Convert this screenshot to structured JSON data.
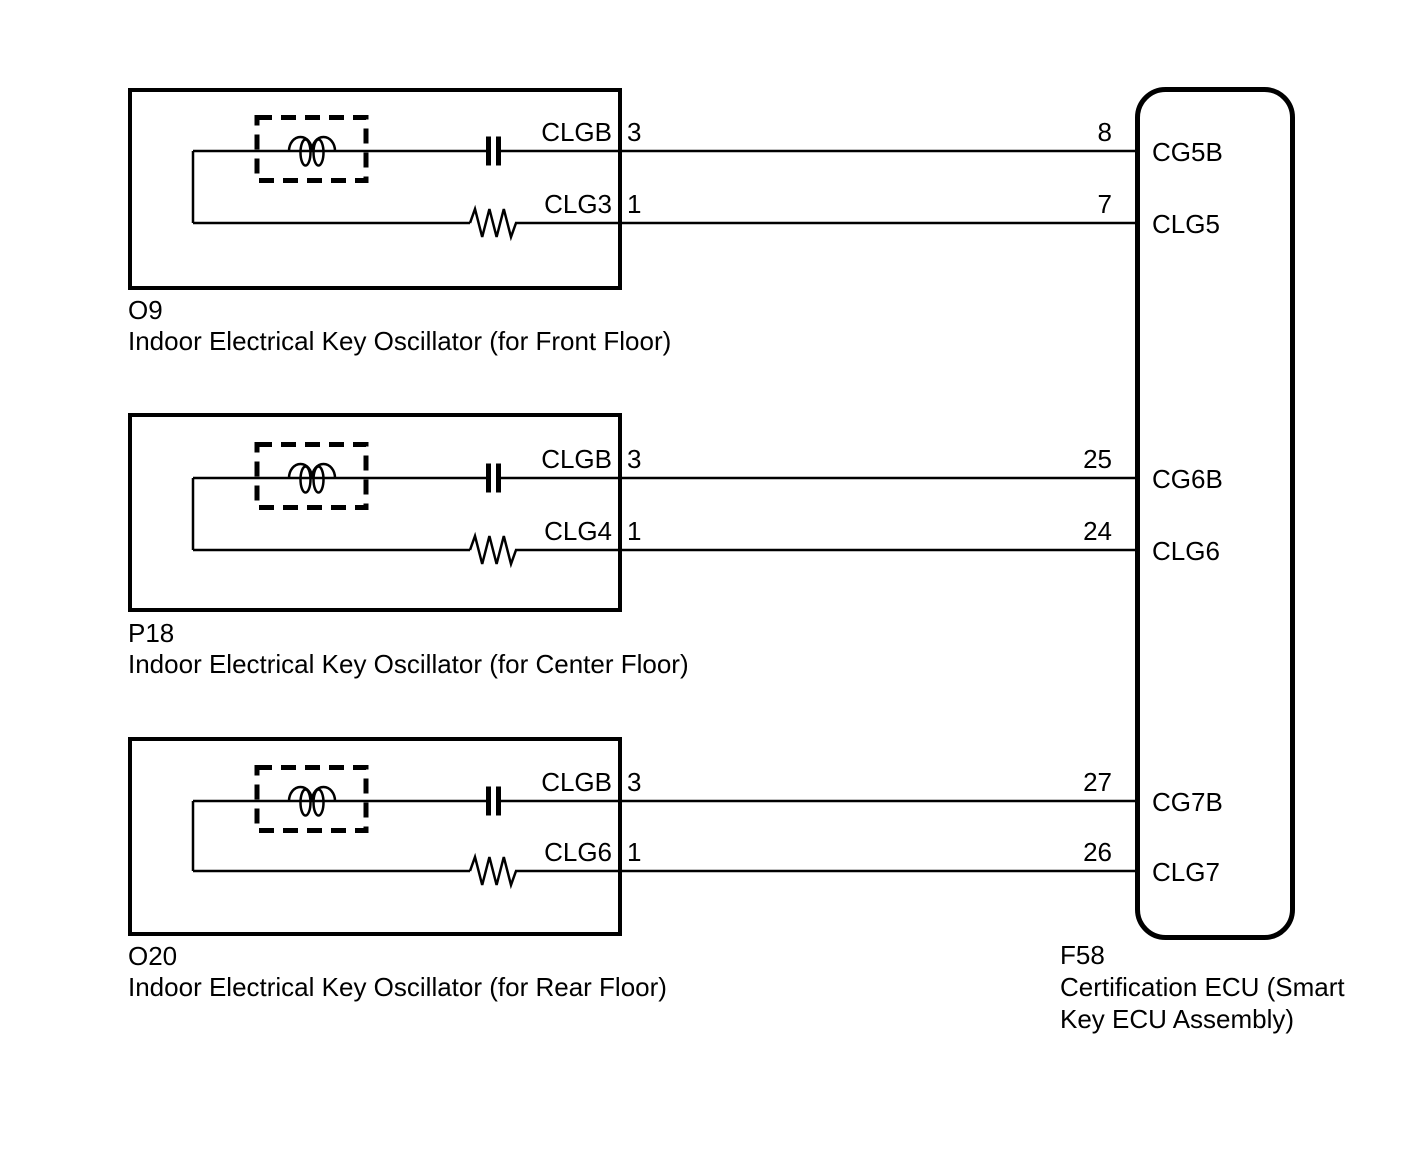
{
  "diagram": {
    "colors": {
      "line": "#000000",
      "background": "#ffffff"
    },
    "oscillators": [
      {
        "ref": "O9",
        "name": "Indoor Electrical Key Oscillator (for Front Floor)",
        "wires": [
          {
            "label": "CLGB",
            "pin": "3",
            "ecu_pin": "8",
            "ecu_terminal": "CG5B"
          },
          {
            "label": "CLG3",
            "pin": "1",
            "ecu_pin": "7",
            "ecu_terminal": "CLG5"
          }
        ]
      },
      {
        "ref": "P18",
        "name": "Indoor Electrical Key Oscillator (for Center Floor)",
        "wires": [
          {
            "label": "CLGB",
            "pin": "3",
            "ecu_pin": "25",
            "ecu_terminal": "CG6B"
          },
          {
            "label": "CLG4",
            "pin": "1",
            "ecu_pin": "24",
            "ecu_terminal": "CLG6"
          }
        ]
      },
      {
        "ref": "O20",
        "name": "Indoor Electrical Key Oscillator (for Rear Floor)",
        "wires": [
          {
            "label": "CLGB",
            "pin": "3",
            "ecu_pin": "27",
            "ecu_terminal": "CG7B"
          },
          {
            "label": "CLG6",
            "pin": "1",
            "ecu_pin": "26",
            "ecu_terminal": "CLG7"
          }
        ]
      }
    ],
    "ecu": {
      "ref": "F58",
      "name_line1": "Certification ECU (Smart",
      "name_line2": "Key ECU Assembly)"
    }
  }
}
